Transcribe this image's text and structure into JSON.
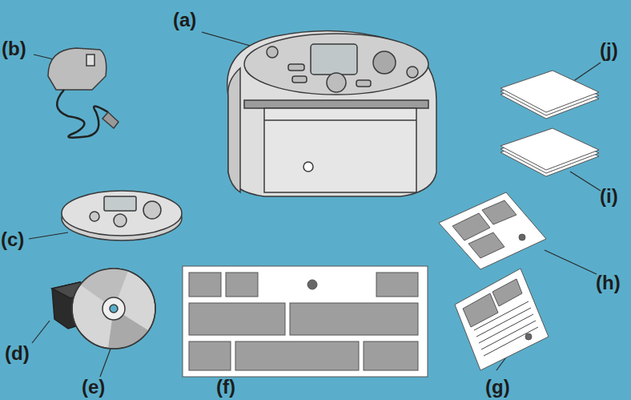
{
  "diagram": {
    "labels": [
      "(a)",
      "(b)",
      "(c)",
      "(d)",
      "(e)",
      "(f)",
      "(g)",
      "(h)",
      "(i)",
      "(j)"
    ]
  }
}
